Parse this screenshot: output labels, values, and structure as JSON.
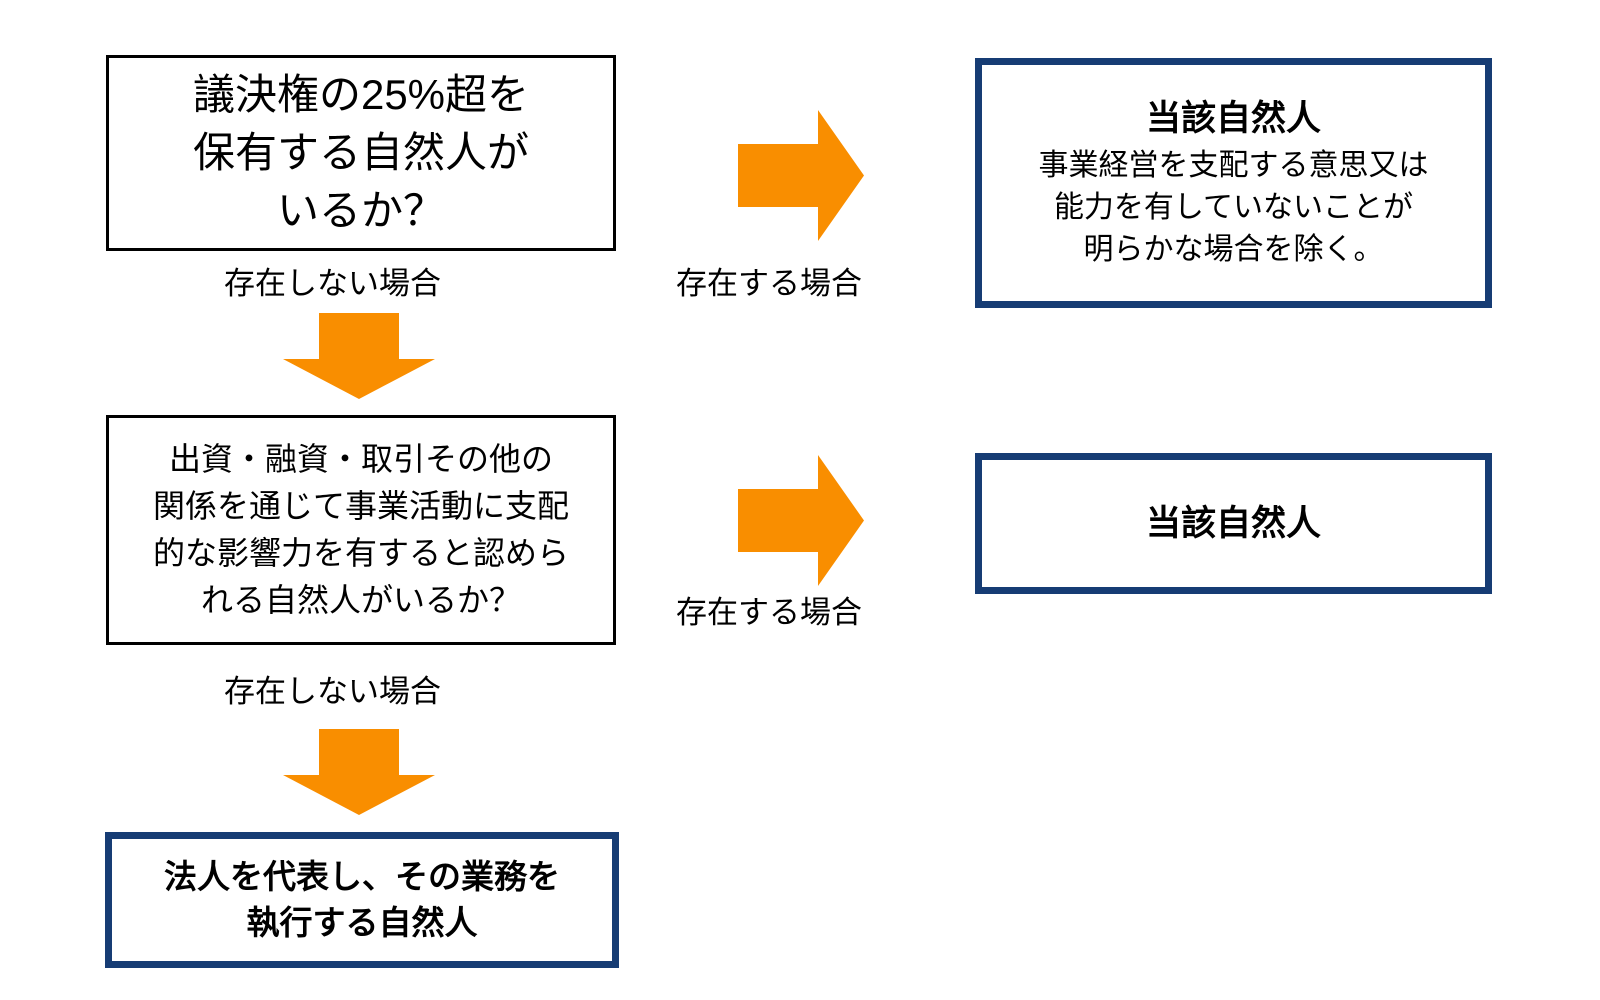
{
  "diagram": {
    "title_present": false,
    "colors": {
      "arrow_orange": "#F98E00",
      "navy_border": "#163C74",
      "black_border": "#000000",
      "text": "#000000",
      "background": "#FFFFFF"
    },
    "nodes": {
      "question_1": {
        "lines": [
          "議決権の25%超を",
          "保有する自然人が",
          "いるか？"
        ],
        "border": "black"
      },
      "question_2": {
        "lines": [
          "出資・融資・取引その他の",
          "関係を通じて事業活動に支配",
          "的な影響力を有すると認めら",
          "れる自然人がいるか？"
        ],
        "border": "black"
      },
      "answer_1": {
        "title": "当該自然人",
        "lines": [
          "事業経営を支配する意思又は",
          "能力を有していないことが",
          "明らかな場合を除く。"
        ],
        "border": "navy"
      },
      "answer_2": {
        "title": "当該自然人",
        "border": "navy"
      },
      "answer_3": {
        "lines": [
          "法人を代表し、その業務を",
          "執行する自然人"
        ],
        "border": "navy"
      }
    },
    "edges": {
      "q1_to_answer1": {
        "label": "存在する場合",
        "direction": "right"
      },
      "q1_to_q2": {
        "label": "存在しない場合",
        "direction": "down"
      },
      "q2_to_answer2": {
        "label": "存在する場合",
        "direction": "right"
      },
      "q2_to_answer3": {
        "label": "存在しない場合",
        "direction": "down"
      }
    },
    "icons": {
      "arrow_right": "arrow-right-icon",
      "arrow_down": "arrow-down-icon"
    }
  }
}
